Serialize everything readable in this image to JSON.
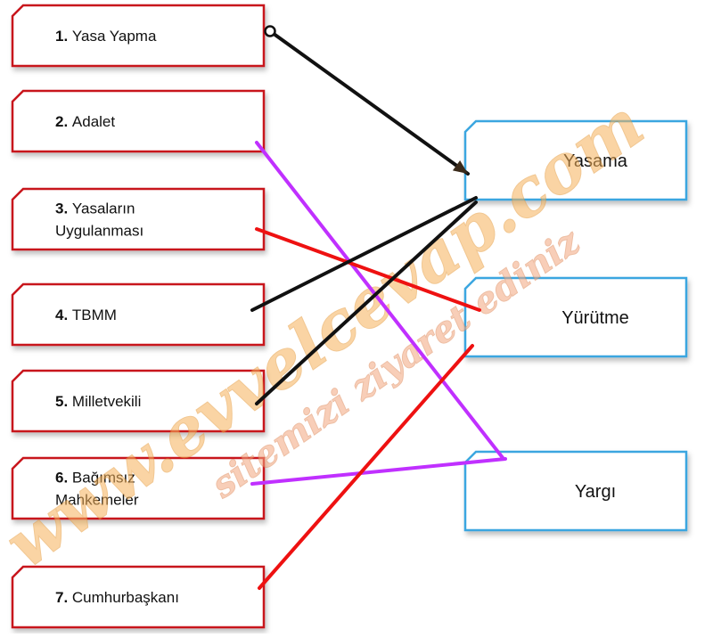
{
  "left_boxes": [
    {
      "num": "1.",
      "lines": [
        "Yasa Yapma"
      ]
    },
    {
      "num": "2.",
      "lines": [
        "Adalet"
      ]
    },
    {
      "num": "3.",
      "lines": [
        "Yasaların",
        "Uygulanması"
      ]
    },
    {
      "num": "4.",
      "lines": [
        "TBMM"
      ]
    },
    {
      "num": "5.",
      "lines": [
        "Milletvekili"
      ]
    },
    {
      "num": "6.",
      "lines": [
        "Bağımsız",
        "Mahkemeler"
      ]
    },
    {
      "num": "7.",
      "lines": [
        "Cumhurbaşkanı"
      ]
    }
  ],
  "right_boxes": [
    "Yasama",
    "Yürütme",
    "Yargı"
  ],
  "connections": [
    {
      "from": 1,
      "to": "Yasama",
      "color": "#111111",
      "arrow": true
    },
    {
      "from": 2,
      "to": "Yargı",
      "color": "#c030ff"
    },
    {
      "from": 3,
      "to": "Yürütme",
      "color": "#ee1111"
    },
    {
      "from": 4,
      "to": "Yasama",
      "color": "#111111"
    },
    {
      "from": 5,
      "to": "Yasama",
      "color": "#111111"
    },
    {
      "from": 6,
      "to": "Yargı",
      "color": "#c030ff"
    },
    {
      "from": 7,
      "to": "Yürütme",
      "color": "#ee1111"
    }
  ],
  "watermark": {
    "main": "www.evvelcevap.com",
    "sub": "sitemizi ziyaret ediniz"
  },
  "colors": {
    "left_border": "#c8141e",
    "right_border": "#3aa6e0"
  }
}
